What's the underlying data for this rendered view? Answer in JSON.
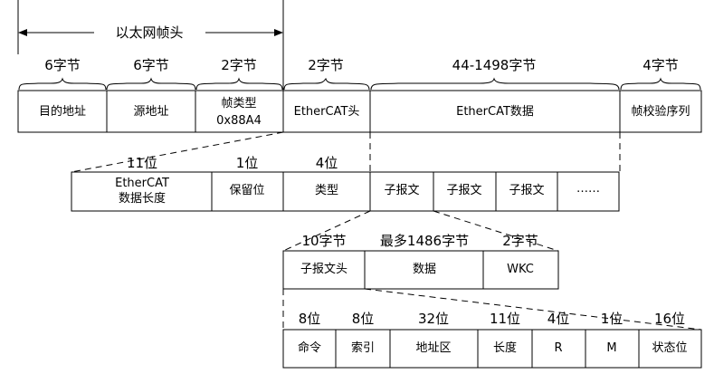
{
  "header": {
    "ethernet_frame_header": "以太网帧头",
    "byte_labels": [
      "6字节",
      "6字节",
      "2字节",
      "2字节",
      "44-1498字节",
      "4字节"
    ]
  },
  "frame_row": [
    "目的地址",
    "源地址",
    "帧类型",
    "0x88A4",
    "EtherCAT头",
    "EtherCAT数据",
    "帧校验序列"
  ],
  "ethercat_header": {
    "bit_labels": [
      "11位",
      "1位",
      "4位"
    ],
    "cells": [
      "EtherCAT",
      "数据长度",
      "保留位",
      "类型"
    ]
  },
  "subframes": [
    "子报文",
    "子报文",
    "子报文",
    "……"
  ],
  "subframe_detail": {
    "labels": [
      "10字节",
      "最多1486字节",
      "2字节"
    ],
    "cells": [
      "子报文头",
      "数据",
      "WKC"
    ]
  },
  "subframe_header": {
    "labels": [
      "8位",
      "8位",
      "32位",
      "11位",
      "4位",
      "1位",
      "16位"
    ],
    "cells": [
      "命令",
      "索引",
      "地址区",
      "长度",
      "R",
      "M",
      "状态位"
    ]
  },
  "colors": {
    "line": "#000000",
    "background": "#ffffff"
  }
}
